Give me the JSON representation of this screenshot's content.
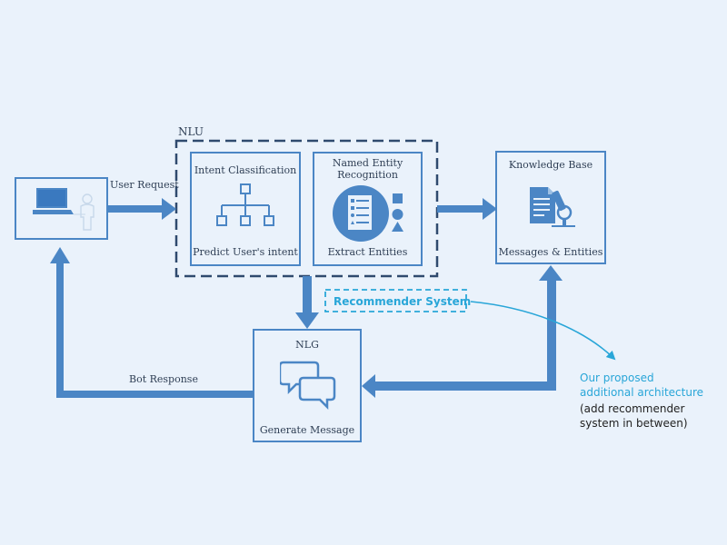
{
  "nlu": {
    "label": "NLU",
    "intent": {
      "title": "Intent Classification",
      "subtitle": "Predict User's intent"
    },
    "ner": {
      "title_line1": "Named Entity",
      "title_line2": "Recognition",
      "subtitle": "Extract Entities"
    }
  },
  "knowledge_base": {
    "title": "Knowledge Base",
    "subtitle": "Messages & Entities"
  },
  "nlg": {
    "title": "NLG",
    "subtitle": "Generate Message"
  },
  "arrows": {
    "user_request": "User Request",
    "bot_response": "Bot Response"
  },
  "recommender": {
    "label": "Recommender System"
  },
  "annotation": {
    "line1": "Our proposed",
    "line2": "additional architecture",
    "line3": "(add recommender",
    "line4": "system in between)"
  },
  "colors": {
    "primary": "#4b86c5",
    "frame": "#2f4a6e",
    "accent": "#29a6d8"
  }
}
